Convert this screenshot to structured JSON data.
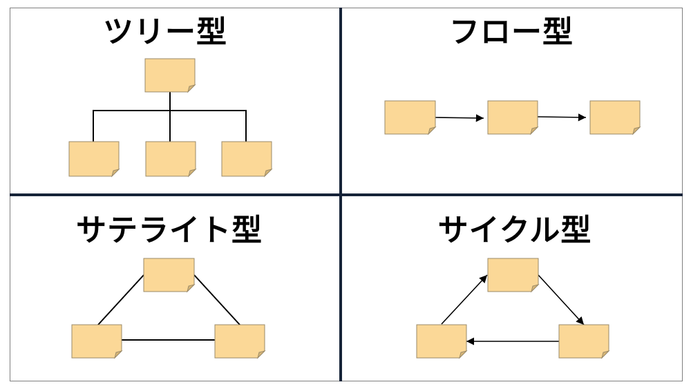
{
  "titles": {
    "tree": "ツリー型",
    "flow": "フロー型",
    "satellite": "サテライト型",
    "cycle": "サイクル型"
  },
  "colors": {
    "divider": "#162338",
    "note_fill": "#fbd897",
    "note_stroke": "#9a8a6a",
    "line": "#000000"
  }
}
